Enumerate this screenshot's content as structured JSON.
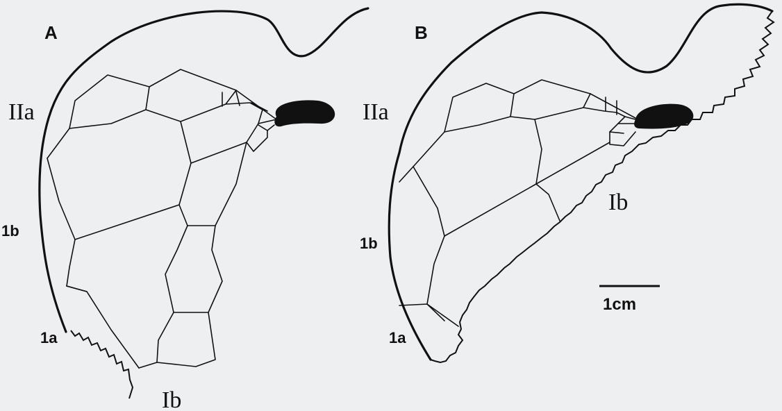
{
  "panels": [
    {
      "letter": "A",
      "labels": {
        "upper": "IIa",
        "lower": "Ib",
        "side_b": "1b",
        "side_a": "1a"
      }
    },
    {
      "letter": "B",
      "labels": {
        "upper": "IIa",
        "lower": "Ib",
        "side_b": "1b",
        "side_a": "1a"
      }
    }
  ],
  "scale_bar": {
    "label": "1cm"
  },
  "colors": {
    "background": "#eeeff1",
    "ink": "#111111"
  }
}
